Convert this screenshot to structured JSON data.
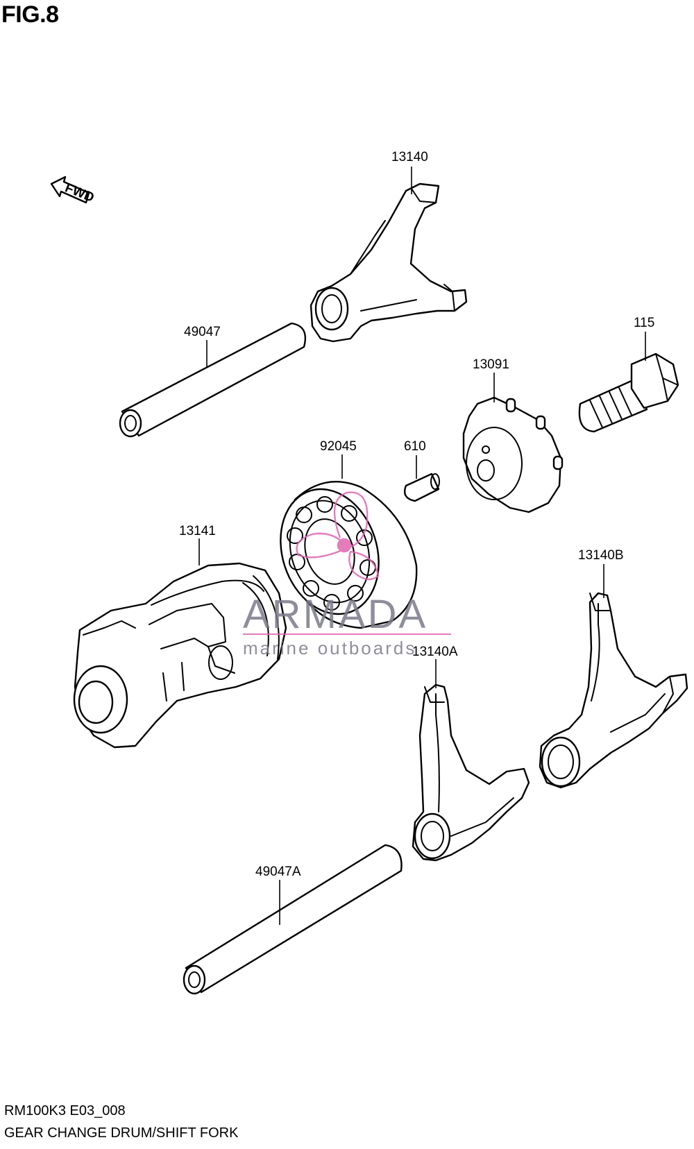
{
  "figure": {
    "title": "FIG.8"
  },
  "fwd_arrow": {
    "label": "FWD"
  },
  "parts": {
    "p13140": "13140",
    "p49047": "49047",
    "p115": "115",
    "p13091": "13091",
    "p92045": "92045",
    "p610": "610",
    "p13141": "13141",
    "p13140B": "13140B",
    "p13140A": "13140A",
    "p49047A": "49047A"
  },
  "watermark": {
    "brand": "ARMADA",
    "tagline": "marine outboards",
    "color": "#e066b0"
  },
  "footer": {
    "code": "RM100K3 E03_008",
    "name": "GEAR CHANGE DRUM/SHIFT FORK"
  }
}
